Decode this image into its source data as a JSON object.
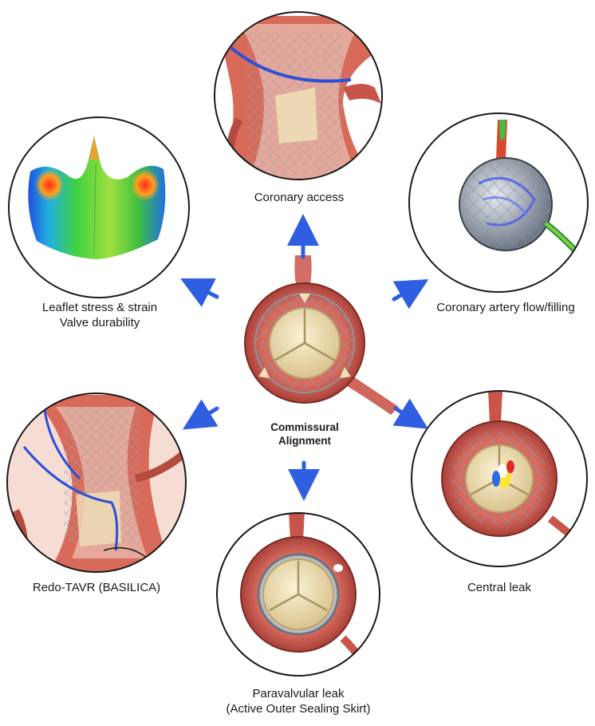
{
  "center": {
    "title_line1": "Commissural",
    "title_line2": "Alignment"
  },
  "panels": {
    "coronary_access": {
      "label": "Coronary access"
    },
    "coronary_flow": {
      "label": "Coronary artery flow/filling"
    },
    "leaflet_stress": {
      "label_line1": "Leaflet stress & strain",
      "label_line2": "Valve durability"
    },
    "redo_tavr": {
      "label": "Redo-TAVR (BASILICA)"
    },
    "paravalvular": {
      "label_line1": "Paravalvular leak",
      "label_line2": "(Active Outer Sealing Skirt)"
    },
    "central_leak": {
      "label": "Central leak"
    }
  },
  "colors": {
    "arrow": "#2f5fe0",
    "tissue": "#c9554a",
    "tissue_dark": "#8e2f27",
    "tissue_light": "#e8b3a6",
    "valve": "#efe0b8",
    "stent": "#9aa0a6"
  }
}
